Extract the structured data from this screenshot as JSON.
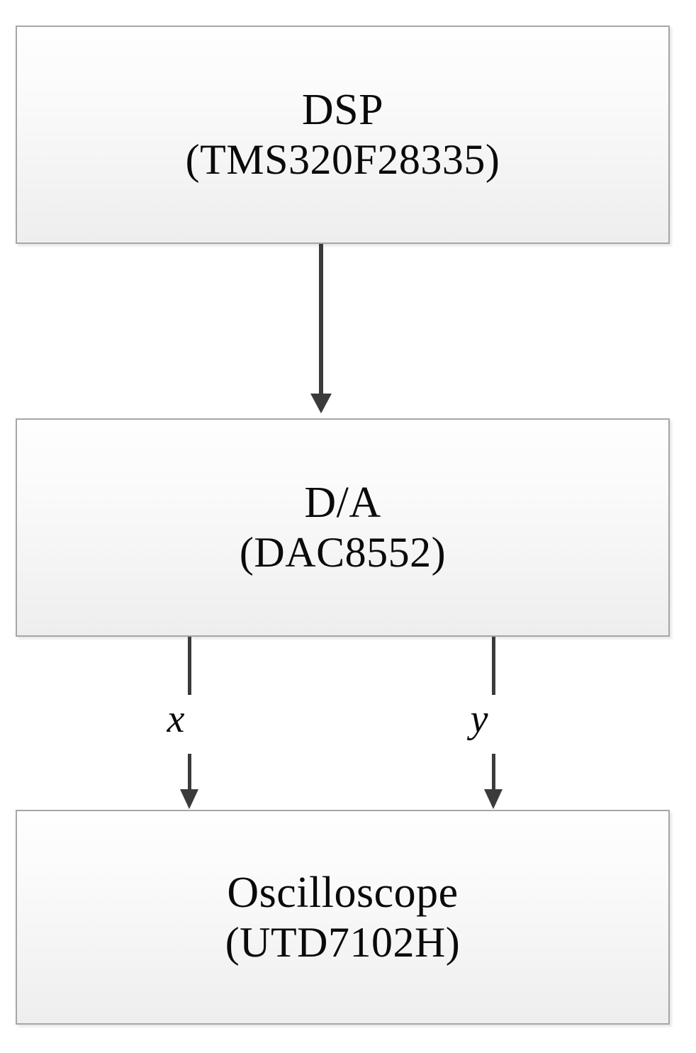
{
  "diagram": {
    "title": "DSP arbitrary waveform generation hardware block diagram",
    "type": "flowchart",
    "orientation": "vertical",
    "background_color": "#ffffff",
    "block_fill_top": "#fefefe",
    "block_fill_bottom": "#eeeeee",
    "block_border_color": "#a6a6a6",
    "connector_color": "#3b3b3b",
    "text_color": "#0a0a0a"
  },
  "blocks": [
    {
      "id": "dsp",
      "name": "DSP",
      "line1": "DSP",
      "line2": "(TMS320F28335)",
      "part_number": "TMS320F28335"
    },
    {
      "id": "dac",
      "name": "D/A",
      "line1": "D/A",
      "line2": "(DAC8552)",
      "part_number": "DAC8552"
    },
    {
      "id": "oscilloscope",
      "name": "Oscilloscope",
      "line1": "Oscilloscope",
      "line2": "(UTD7102H)",
      "part_number": "UTD7102H"
    }
  ],
  "connectors": [
    {
      "id": "dsp-to-dac",
      "from": "dsp",
      "to": "dac",
      "label": "",
      "arrow": "down"
    },
    {
      "id": "dac-to-scope-x",
      "from": "dac",
      "to": "oscilloscope",
      "label": "x",
      "arrow": "down"
    },
    {
      "id": "dac-to-scope-y",
      "from": "dac",
      "to": "oscilloscope",
      "label": "y",
      "arrow": "down"
    }
  ],
  "labels": {
    "x": "x",
    "y": "y"
  }
}
